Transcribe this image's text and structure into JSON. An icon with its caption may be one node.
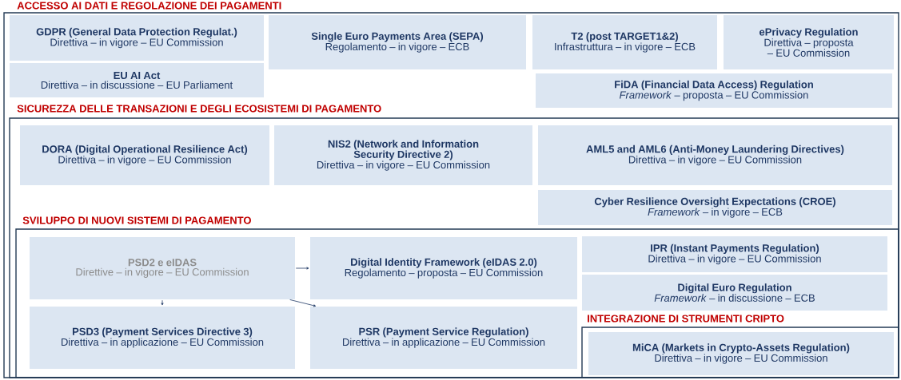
{
  "diagram": {
    "nodes": [
      {
        "text": [
          "ACCESSO AI DATI E REGOLAZIONE DEI PAGAMENTI"
        ]
      },
      {
        "text": [
          "GDPR (General Data Protection Regulat.)",
          "Direttiva – in vigore – EU Commission"
        ],
        "in": 0
      },
      {
        "text": [
          "EU AI Act",
          "Direttiva – in discussione – EU Parliament"
        ],
        "in": 0
      },
      {
        "text": [
          "Single Euro Payments Area (SEPA)",
          "Regolamento – in vigore – ECB"
        ],
        "in": 0
      },
      {
        "text": [
          "T2 (post TARGET1&2)",
          "Infrastruttura – in vigore – ECB"
        ],
        "in": 0
      },
      {
        "text": [
          "ePrivacy Regulation",
          "Direttiva – proposta – EU Commission"
        ],
        "in": 0
      },
      {
        "text": [
          "FiDA (Financial Data Access) Regulation",
          "*Framework* – proposta – EU Commission"
        ],
        "in": 0
      },
      {
        "text": [
          "SICUREZZA DELLE TRANSAZIONI E DEGLI ECOSISTEMI DI PAGAMENTO"
        ],
        "in": 0
      },
      {
        "text": [
          "DORA (Digital Operational Resilience Act)",
          "Direttiva – in vigore – EU Commission"
        ],
        "in": 7
      },
      {
        "text": [
          "NIS2 (Network and Information Security Directive 2)",
          "Direttiva – in vigore – EU Commission"
        ],
        "in": 7
      },
      {
        "text": [
          "AML5 and AML6 (Anti-Money Laundering Directives)",
          "Direttiva – in vigore – EU Commission"
        ],
        "in": 7
      },
      {
        "text": [
          "Cyber Resilience Oversight Expectations (CROE)",
          "*Framework* – in vigore – ECB"
        ],
        "in": 7
      },
      {
        "text": [
          "SVILUPPO DI NUOVI SISTEMI DI PAGAMENTO"
        ],
        "in": 7
      },
      {
        "text": [
          "PSD2 e eIDAS",
          "Direttive – in vigore – EU Commission"
        ],
        "in": 12
      },
      {
        "text": [
          "Digital Identity Framework (eIDAS 2.0)",
          "Regolamento – proposta – EU Commission"
        ],
        "in": 12
      },
      {
        "text": [
          "PSD3 (Payment Services Directive 3)",
          "Direttiva – in applicazione – EU Commission"
        ],
        "in": 12
      },
      {
        "text": [
          "PSR (Payment Service Regulation)",
          "Direttiva – in applicazione – EU Commission"
        ],
        "in": 12
      },
      {
        "text": [
          "IPR (Instant Payments Regulation)",
          "Direttiva – in vigore – EU Commission"
        ],
        "in": 12
      },
      {
        "text": [
          "Digital Euro Regulation",
          "*Framework* – in discussione – ECB"
        ],
        "in": 12
      },
      {
        "text": [
          "INTEGRAZIONE DI STRUMENTI CRIPTO"
        ],
        "in": 12
      },
      {
        "text": [
          "MiCA (Markets in Crypto-Assets Regulation)",
          "Direttiva – in vigore – EU Commission"
        ],
        "in": 19
      }
    ],
    "edges": [
      {
        "from": 13,
        "to": 14,
        "arrow": "to"
      },
      {
        "from": 13,
        "to": 15,
        "arrow": "to"
      },
      {
        "from": 13,
        "to": 16,
        "arrow": "to"
      }
    ]
  }
}
